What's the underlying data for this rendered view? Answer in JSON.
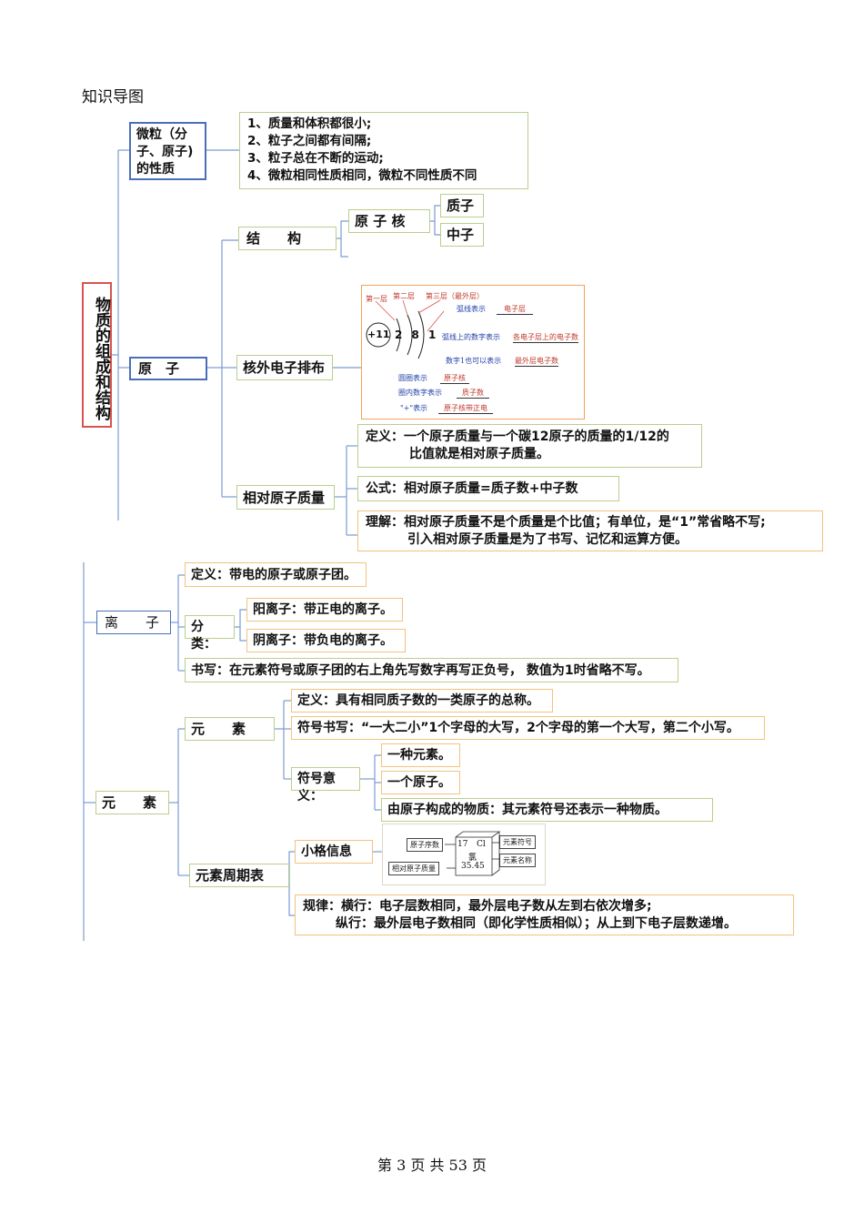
{
  "page_title": "知识导图",
  "footer": "第 3 页 共 53 页",
  "colors": {
    "line": "#7b9bd1",
    "box_green": "#b9cf8c",
    "box_blue": "#4a6fb8",
    "box_red": "#d9534f",
    "box_orange": "#f3c27e"
  },
  "root": "物质的组成和结构",
  "particle": {
    "title_l1": "微粒（分",
    "title_l2": "子、原子)",
    "title_l3": "的性质",
    "props": [
      "1、质量和体积都很小;",
      "2、粒子之间都有间隔;",
      "3、粒子总在不断的运动;",
      "4、微粒相同性质相同，微粒不同性质不同"
    ]
  },
  "atom": {
    "title": "原　子",
    "structure": "结　　构",
    "nucleus": "原 子 核",
    "proton": "质子",
    "neutron": "中子",
    "electron_config": "核外电子排布",
    "diagram": {
      "shell1": "第一层",
      "shell2": "第二层",
      "shell3": "第三层（最外层）",
      "arc_label": "弧线表示",
      "arc_val": "电子层",
      "arcnum_label": "弧线上的数字表示",
      "arcnum_val": "各电子层上的电子数",
      "num1_label": "数字1也可以表示",
      "num1_val": "最外层电子数",
      "circle_label": "圆圈表示",
      "circle_val": "原子核",
      "innum_label": "圈内数字表示",
      "innum_val": "质子数",
      "plus_label": "\"+\"表示",
      "plus_val": "原子核带正电",
      "nucleus_text": "+11",
      "shells_text": "2 8 1"
    },
    "relmass": "相对原子质量",
    "def_l1": "定义：一个原子质量与一个碳12原子的质量的1/12的",
    "def_l2": "比值就是相对原子质量。",
    "formula": "公式：相对原子质量=质子数+中子数",
    "und_l1": "理解：相对原子质量不是个质量是个比值；有单位，是“1”常省略不写;",
    "und_l2": "引入相对原子质量是为了书写、记忆和运算方便。"
  },
  "ion": {
    "title": "离　　子",
    "def": "定义：带电的原子或原子团。",
    "class": "分类：",
    "cation": "阳离子：带正电的离子。",
    "anion": "阴离子：带负电的离子。",
    "write": "书写：在元素符号或原子团的右上角先写数字再写正负号，  数值为1时省略不写。"
  },
  "element": {
    "title": "元　　素",
    "sub": "元　　素",
    "def": "定义：具有相同质子数的一类原子的总称。",
    "symbol_write": "符号书写：“一大二小”1个字母的大写，2个字母的第一个大写，第二个小写。",
    "symbol_meaning": "符号意义：",
    "m1": "一种元素。",
    "m2": "一个原子。",
    "m3": "由原子构成的物质：其元素符号还表示一种物质。",
    "table": "元素周期表",
    "cell_info": "小格信息",
    "cell": {
      "atomic_number_label": "原子序数",
      "symbol_label": "元素符号",
      "name_label": "元素名称",
      "mass_label": "相对原子质量",
      "num": "17",
      "sym": "Cl",
      "name": "氯",
      "mass": "35.45"
    },
    "rule_l1": "规律：横行：电子层数相同，最外层电子数从左到右依次增多;",
    "rule_l2": "纵行：最外层电子数相同（即化学性质相似）；从上到下电子层数递增。"
  }
}
